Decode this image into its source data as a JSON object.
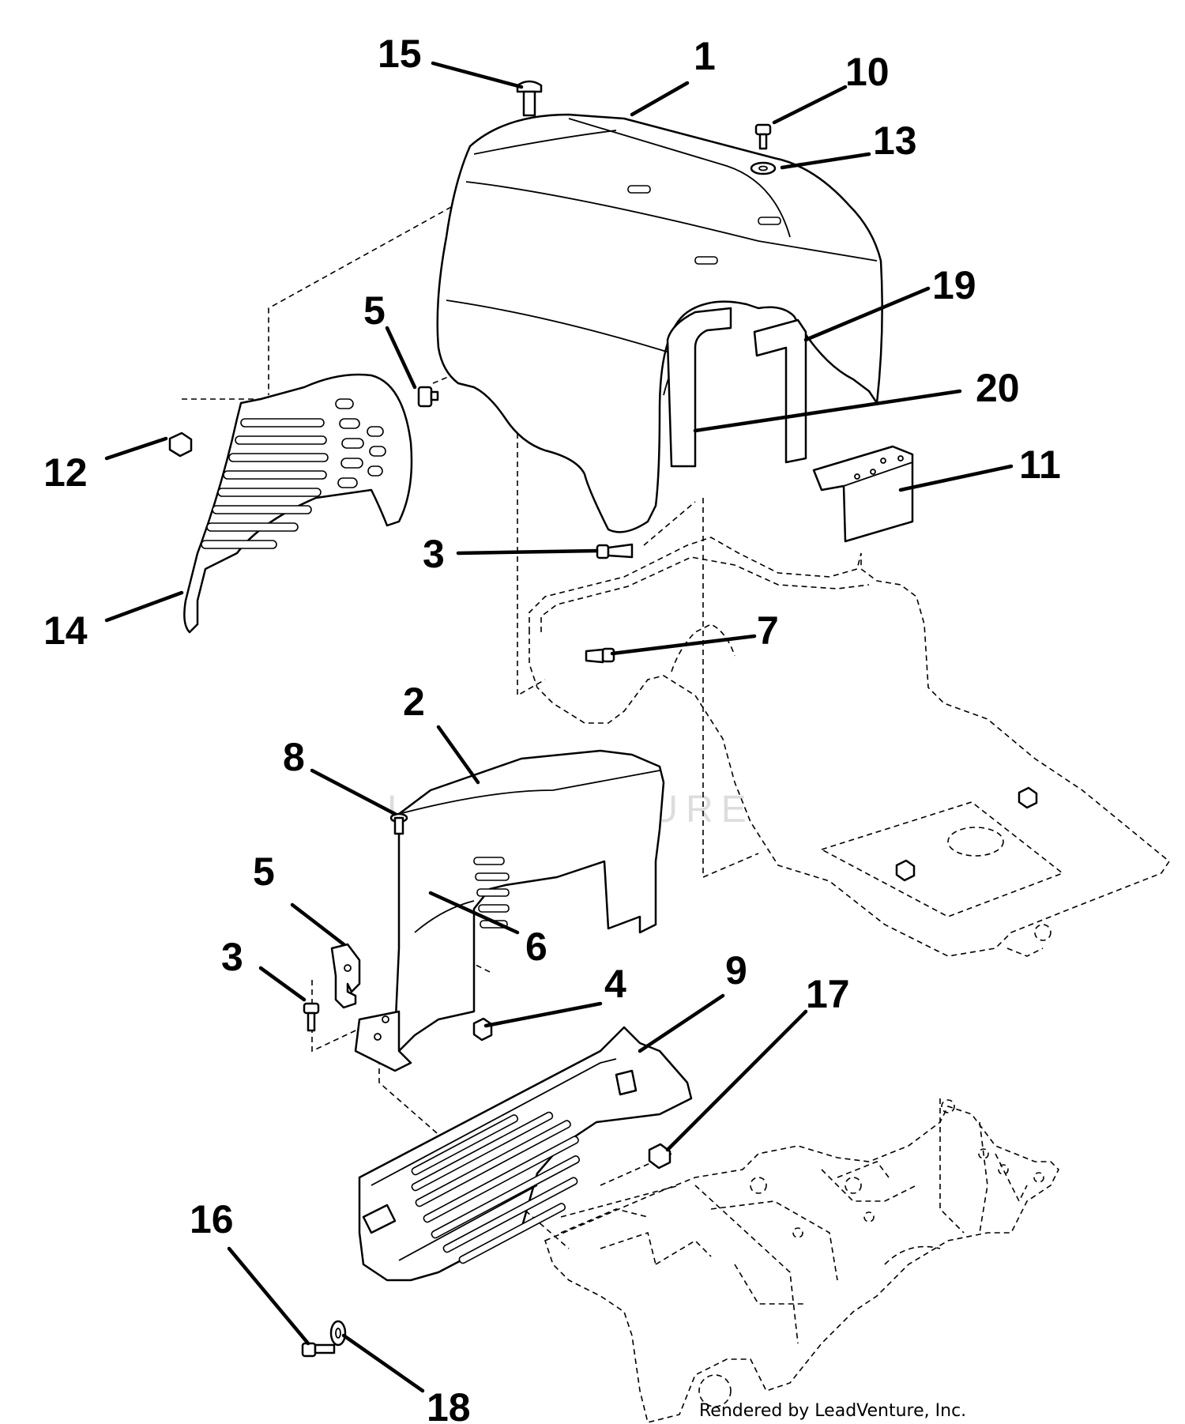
{
  "callouts": {
    "c1": "1",
    "c2": "2",
    "c3_upper": "3",
    "c3_lower": "3",
    "c4": "4",
    "c5_upper": "5",
    "c5_lower": "5",
    "c6": "6",
    "c7": "7",
    "c8": "8",
    "c9": "9",
    "c10": "10",
    "c11": "11",
    "c12": "12",
    "c13": "13",
    "c14": "14",
    "c15": "15",
    "c16": "16",
    "c17": "17",
    "c18": "18",
    "c19": "19",
    "c20": "20"
  },
  "footer": {
    "credit": "Rendered by LeadVenture, Inc."
  },
  "watermark": {
    "text": "LEADVENTURE"
  }
}
